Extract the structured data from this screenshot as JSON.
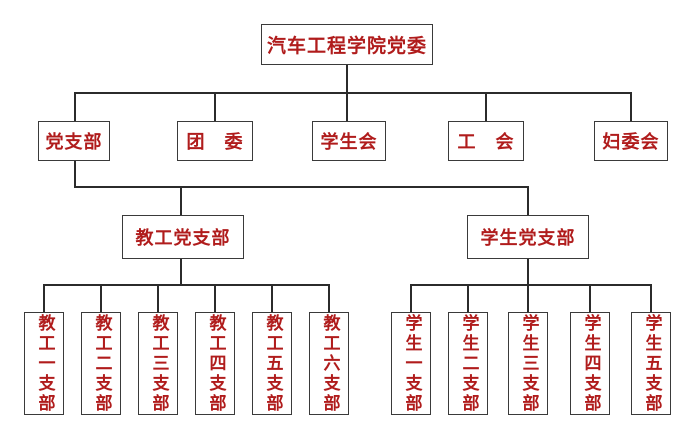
{
  "root": {
    "label": "汽车工程学院党委"
  },
  "level1": [
    {
      "label": "党支部"
    },
    {
      "label": "团　委"
    },
    {
      "label": "学生会"
    },
    {
      "label": "工　会"
    },
    {
      "label": "妇委会"
    }
  ],
  "level2": [
    {
      "label": "教工党支部"
    },
    {
      "label": "学生党支部"
    }
  ],
  "teacher_branches": [
    {
      "label": "教工一支部"
    },
    {
      "label": "教工二支部"
    },
    {
      "label": "教工三支部"
    },
    {
      "label": "教工四支部"
    },
    {
      "label": "教工五支部"
    },
    {
      "label": "教工六支部"
    }
  ],
  "student_branches": [
    {
      "label": "学生一支部"
    },
    {
      "label": "学生二支部"
    },
    {
      "label": "学生三支部"
    },
    {
      "label": "学生四支部"
    },
    {
      "label": "学生五支部"
    }
  ],
  "colors": {
    "text": "#b01c1c",
    "border": "#3a3a3a",
    "line": "#2b2b2b"
  }
}
